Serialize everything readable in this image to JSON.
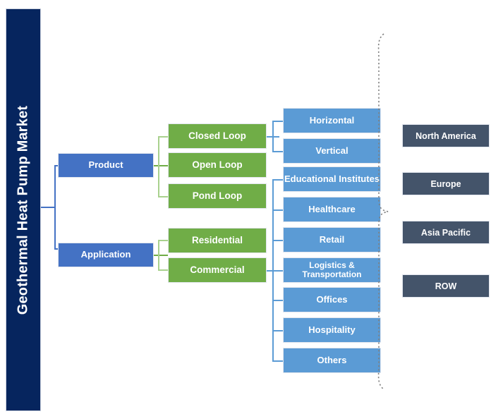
{
  "diagram": {
    "root": {
      "label": "Geothermal Heat Pump Market",
      "color": "#06255E"
    },
    "segments": [
      {
        "label": "Product",
        "color": "#4472C4"
      },
      {
        "label": "Application",
        "color": "#4472C4"
      }
    ],
    "subsegments": [
      {
        "label": "Closed Loop",
        "color": "#70AD47"
      },
      {
        "label": "Open Loop",
        "color": "#70AD47"
      },
      {
        "label": "Pond Loop",
        "color": "#70AD47"
      },
      {
        "label": "Residential",
        "color": "#70AD47"
      },
      {
        "label": "Commercial",
        "color": "#70AD47"
      }
    ],
    "leaves": [
      {
        "label": "Horizontal",
        "color": "#5B9BD5"
      },
      {
        "label": "Vertical",
        "color": "#5B9BD5"
      },
      {
        "label": "Educational Institutes",
        "color": "#5B9BD5"
      },
      {
        "label": "Healthcare",
        "color": "#5B9BD5"
      },
      {
        "label": "Retail",
        "color": "#5B9BD5"
      },
      {
        "label": "Logistics & Transportation",
        "color": "#5B9BD5"
      },
      {
        "label": "Offices",
        "color": "#5B9BD5"
      },
      {
        "label": "Hospitality",
        "color": "#5B9BD5"
      },
      {
        "label": "Others",
        "color": "#5B9BD5"
      }
    ],
    "regions": [
      {
        "label": "North America",
        "color": "#44546A"
      },
      {
        "label": "Europe",
        "color": "#44546A"
      },
      {
        "label": "Asia Pacific",
        "color": "#44546A"
      },
      {
        "label": "ROW",
        "color": "#44546A"
      }
    ]
  }
}
